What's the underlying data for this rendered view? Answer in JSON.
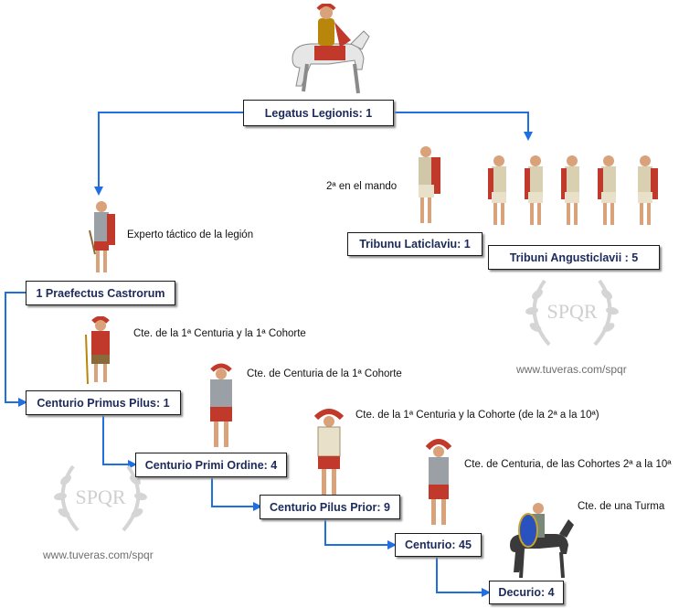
{
  "nodes": {
    "legatus": "Legatus Legionis: 1",
    "laticlavius": "Tribunu Laticlaviu: 1",
    "angusticlavii": "Tribuni Angusticlavii : 5",
    "praefectus": "1 Praefectus Castrorum",
    "primus_pilus": "Centurio Primus Pilus: 1",
    "primi_ordine": "Centurio Primi Ordine: 4",
    "pilus_prior": "Centurio Pilus Prior: 9",
    "centurio": "Centurio: 45",
    "decurio": "Decurio: 4"
  },
  "notes": {
    "segundo_mando": "2ª en el mando",
    "experto": "Experto táctico de la legión",
    "primus_pilus": "Cte. de la 1ª Centuria y la 1ª Cohorte",
    "primi_ordine": "Cte. de Centuria de  la 1ª Cohorte",
    "pilus_prior": "Cte. de la 1ª Centuria y la Cohorte (de la 2ª a la 10ª)",
    "centurio": "Cte. de Centuria, de  las Cohortes 2ª a la 10ª",
    "decurio": "Cte. de una Turma"
  },
  "watermarks": {
    "seal_text": "SPQR",
    "url_1": "www.tuveras.com/spqr",
    "url_2": "www.tuveras.com/spqr"
  },
  "colors": {
    "connector": "#1f6fe0",
    "box_text": "#1c2a5a",
    "tunic_red": "#c0392b",
    "armor_grey": "#9aa0a6"
  },
  "icons": {
    "legatus": "mounted-general-icon",
    "tribunes": "roman-soldier-icon",
    "cavalry": "cavalry-rider-icon",
    "seal": "spqr-laurel-seal"
  }
}
